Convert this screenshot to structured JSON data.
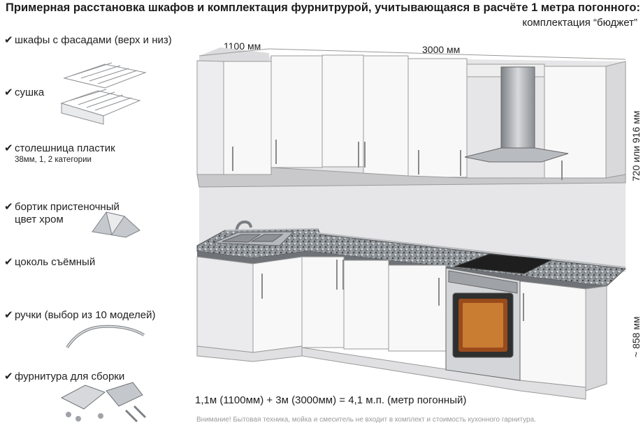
{
  "header": {
    "title": "Примерная расстановка шкафов и  комплектация фурнитрурой, учитывающаяся в расчёте 1 метра погонного:",
    "subtitle": "комплектация “бюджет”"
  },
  "features": [
    {
      "label": "шкафы с фасадами (верх и низ)"
    },
    {
      "label": "сушка"
    },
    {
      "label": "столешница пластик",
      "sub": "38мм,    1, 2 категории"
    },
    {
      "label": "бортик пристеночный",
      "line2": "цвет хром"
    },
    {
      "label": "цоколь съёмный"
    },
    {
      "label": "ручки (выбор из 10 моделей)"
    },
    {
      "label": "фурнитура для сборки"
    }
  ],
  "check_mark": "✔",
  "dimensions": {
    "left_width": "1100 мм",
    "right_width": "3000 мм",
    "upper_height": "720 или 916 мм",
    "lower_height": "~ 858 мм"
  },
  "formula": "1,1м (1100мм) + 3м (3000мм) = 4,1 м.п. (метр погонный)",
  "note": "Внимание! Бытовая техника, мойка и смеситель не входит в комплект и стоимость кухонного гарнитура.",
  "colors": {
    "cabinet": "#f7f7f7",
    "cabinet_side": "#d9d9db",
    "wall": "#e4e4e6",
    "countertop": "#8a8f93",
    "steel": "#a8abb0"
  }
}
